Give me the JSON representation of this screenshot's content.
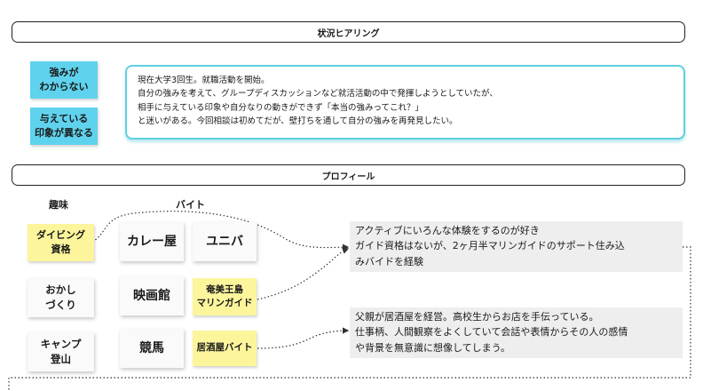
{
  "situation": {
    "header": "状況ヒアリング",
    "stickies": [
      "強みが\nわからない",
      "与えている\n印象が異なる"
    ],
    "lines": [
      "現在大学3回生。就職活動を開始。",
      "自分の強みを考えて、グループディスカッションなど就活活動の中で発揮しようとしていたが、",
      "相手に与えている印象や自分なりの動きができず「本当の強みってこれ？」",
      "と迷いがある。今回相談は初めてだが、壁打ちを通して自分の強みを再発見したい。"
    ]
  },
  "profile": {
    "header": "プロフィール",
    "hobby_label": "趣味",
    "job_label": "バイト",
    "hobbies": [
      "ダイビング\n資格",
      "おかし\nづくり",
      "キャンプ\n登山"
    ],
    "jobs": [
      "カレー屋",
      "ユニバ",
      "映画館",
      "奄美王島\nマリンガイド",
      "競馬",
      "居酒屋バイト"
    ],
    "notes": [
      [
        "アクティブにいろんな体験をするのが好き",
        "ガイド資格はないが、2ヶ月半マリンガイドのサポート住み込",
        "みバイドを経験"
      ],
      [
        "父親が居酒屋を経営。高校生からお店を手伝っている。",
        "仕事柄、人間観察をよくしていて会話や表情からその人の感情",
        "や背景を無意識に想像してしまう。"
      ]
    ]
  },
  "colors": {
    "cyan_sticky": "#5fd3ee",
    "yellow_sticky": "#fcf59c",
    "box_border": "#5fd0e0"
  }
}
